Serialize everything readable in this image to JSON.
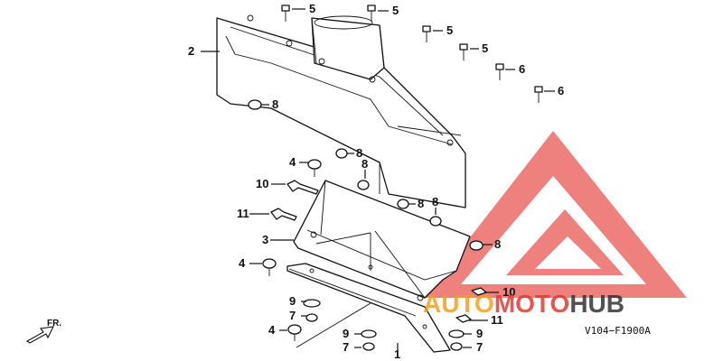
{
  "diagram": {
    "code": "V104−F1900A",
    "front_marker": "FR.",
    "callouts": [
      "5",
      "5",
      "5",
      "5",
      "2",
      "6",
      "6",
      "8",
      "8",
      "8",
      "4",
      "10",
      "8",
      "8",
      "11",
      "3",
      "8",
      "4",
      "10",
      "9",
      "7",
      "11",
      "4",
      "9",
      "7",
      "9",
      "7",
      "1"
    ]
  },
  "watermark": {
    "brand_part1": "AUTO",
    "brand_part2": "MOTO",
    "brand_part3": "HUB",
    "colors": {
      "red": "#e53935",
      "orange": "#f0a020",
      "dark": "#333333"
    }
  }
}
